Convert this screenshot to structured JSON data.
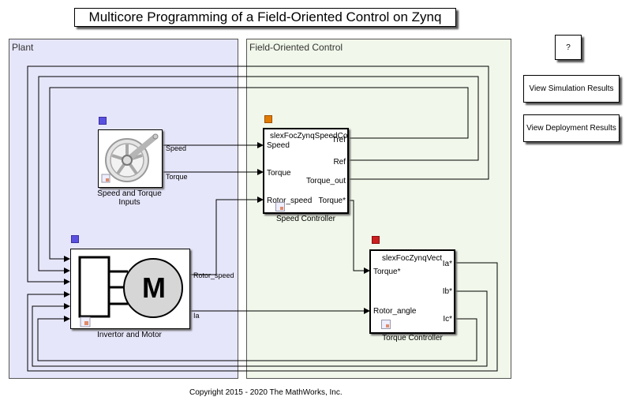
{
  "title": "Multicore Programming of a Field-Oriented Control on Zynq",
  "areas": {
    "plant": {
      "label": "Plant",
      "color": "#e6e6fb"
    },
    "foc": {
      "label": "Field-Oriented Control",
      "color": "#f1f7ea"
    }
  },
  "buttons": {
    "help": "?",
    "view_simulation": "View Simulation Results",
    "view_deployment": "View Deployment Results"
  },
  "blocks": {
    "speed_torque_inputs": {
      "label_line1": "Speed and Torque",
      "label_line2": "Inputs",
      "outputs": [
        "Speed",
        "Torque"
      ],
      "badge_color": "#5a50e0"
    },
    "invertor_motor": {
      "label": "Invertor and Motor",
      "motor_glyph": "M",
      "outputs": [
        "Rotor_speed",
        "Ia"
      ],
      "input_count": 6,
      "badge_color": "#5a50e0"
    },
    "speed_controller": {
      "label": "Speed Controller",
      "model_name": "slexFocZynqSpeedCo",
      "inputs": [
        "Speed",
        "Torque",
        "Rotor_speed"
      ],
      "outputs": [
        "Tref",
        "Ref",
        "Torque_out",
        "Torque*"
      ],
      "badge_color": "#e07b00"
    },
    "torque_controller": {
      "label": "Torque Controller",
      "model_name": "slexFocZynqVect",
      "inputs": [
        "Torque*",
        "Rotor_angle"
      ],
      "outputs": [
        "Ia*",
        "Ib*",
        "Ic*"
      ],
      "badge_color": "#cc1f1f"
    }
  },
  "copyright": "Copyright 2015 - 2020 The MathWorks, Inc."
}
